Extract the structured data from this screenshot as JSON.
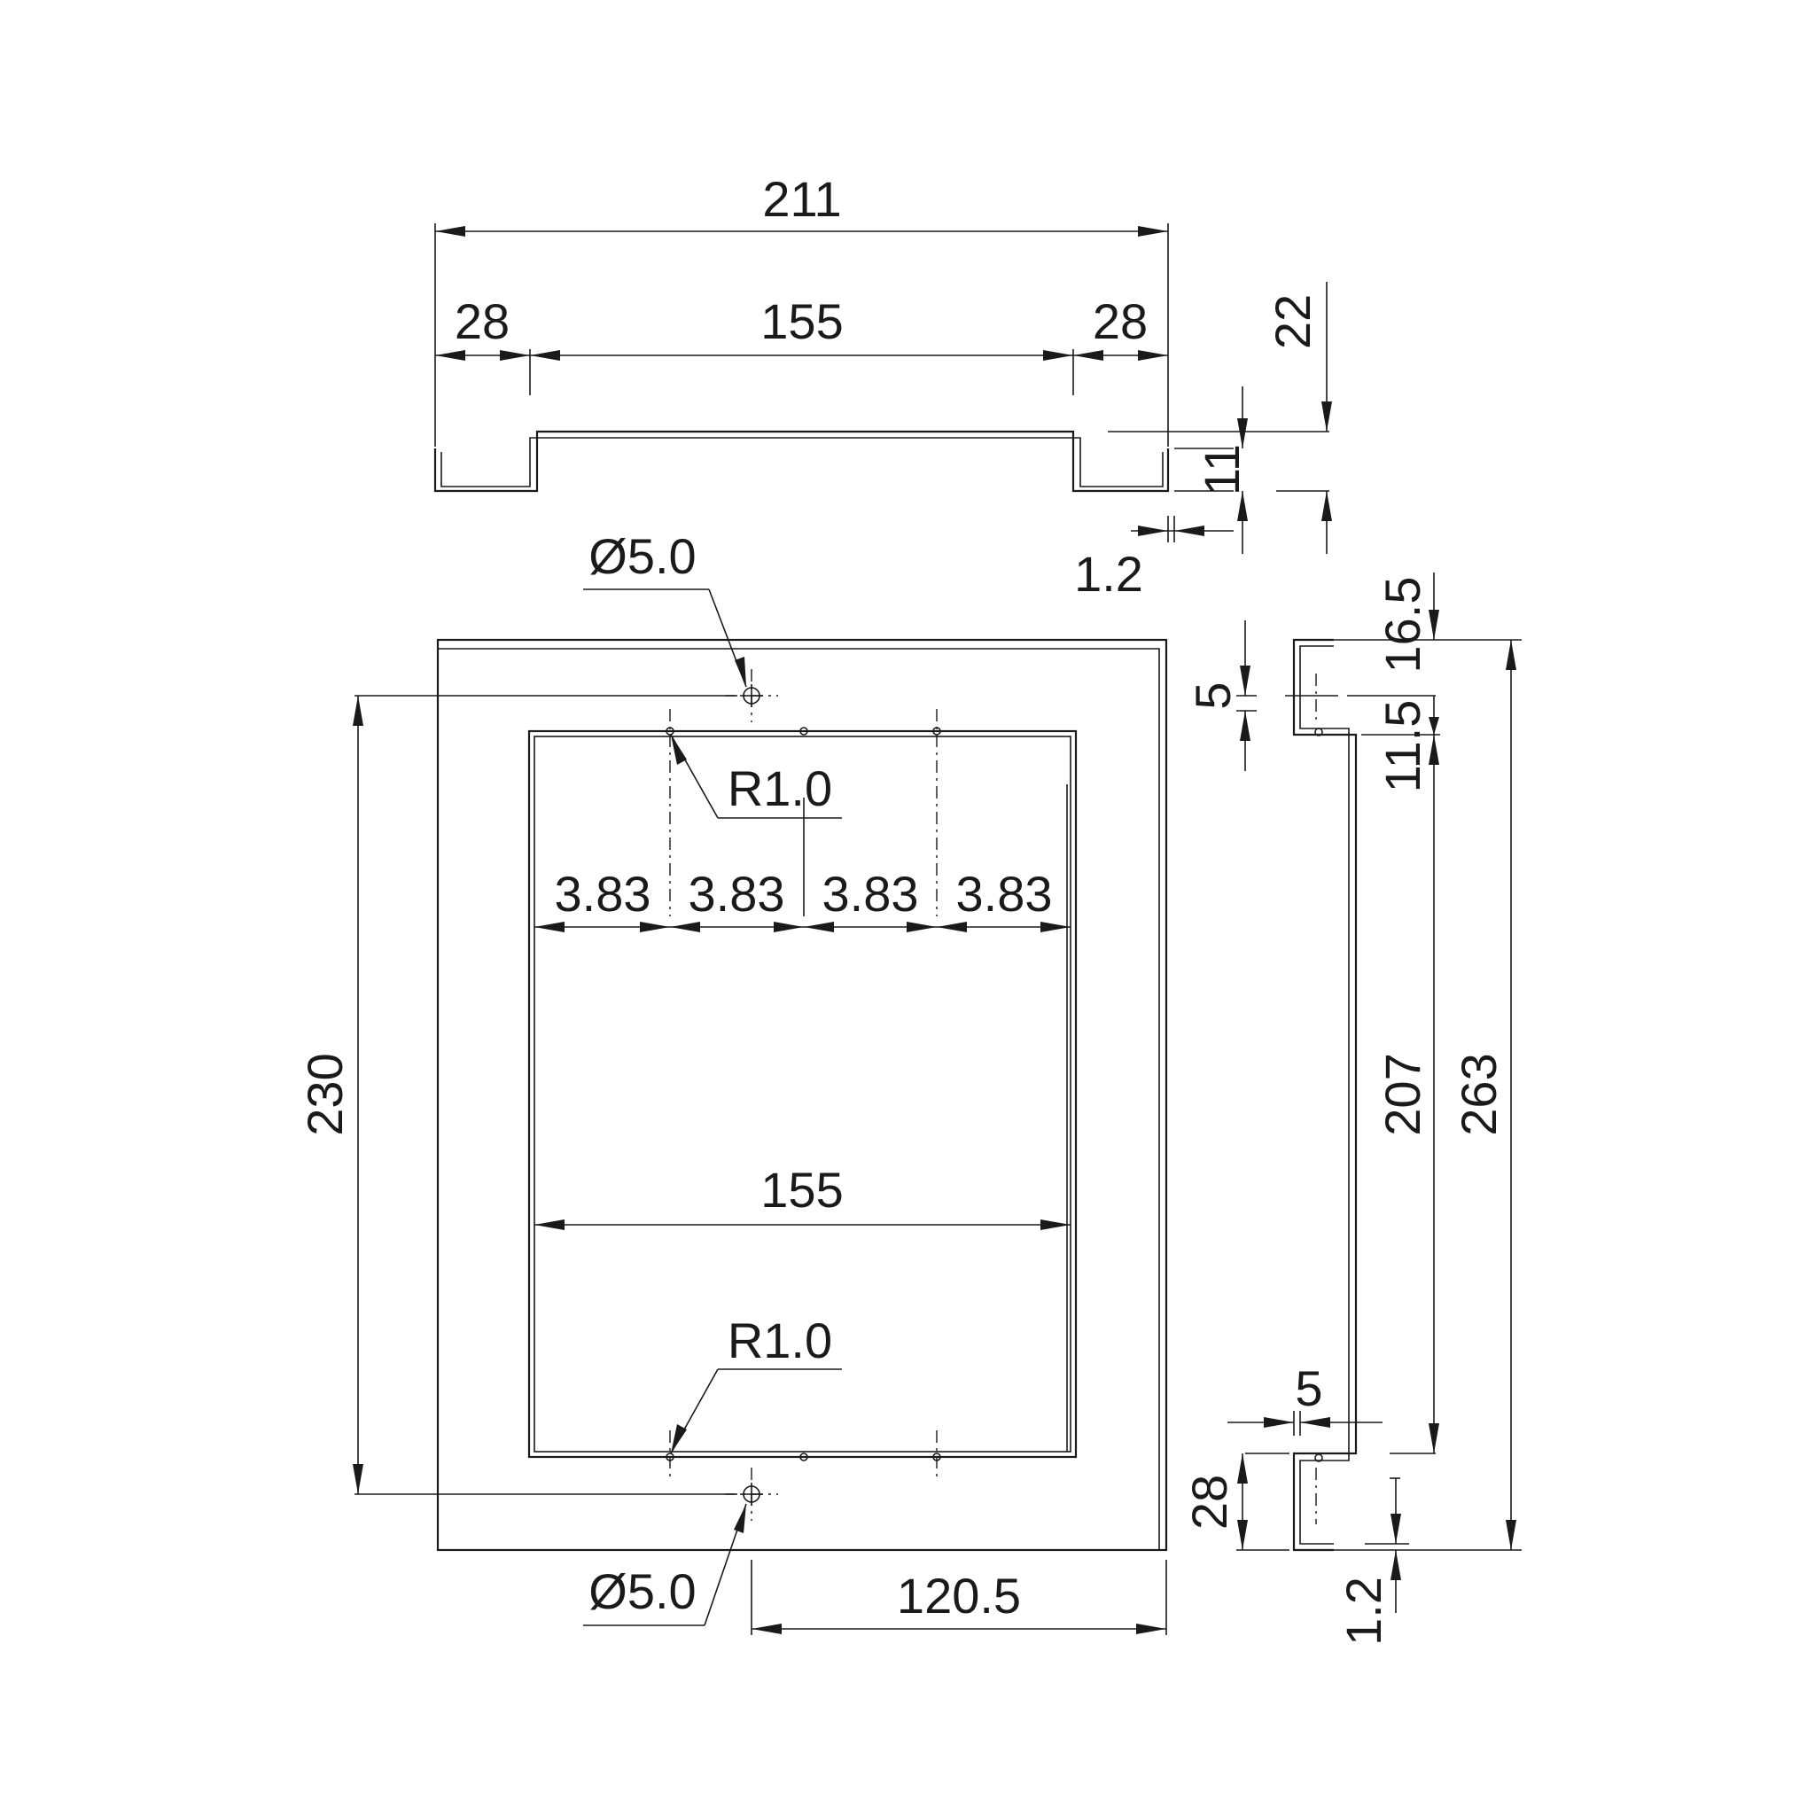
{
  "colors": {
    "line": "#1a1a1a",
    "background": "#ffffff"
  },
  "top_view": {
    "overall_width": "211",
    "left_flange": "28",
    "center_width": "155",
    "right_flange": "28",
    "depth": "22",
    "step": "11",
    "thickness": "1.2"
  },
  "front_view": {
    "hole_top": "Ø5.0",
    "hole_bottom": "Ø5.0",
    "radius_top": "R1.0",
    "radius_bottom": "R1.0",
    "slot_pitch": [
      "3.83",
      "3.83",
      "3.83",
      "3.83"
    ],
    "opening_width": "155",
    "hole_spacing": "230",
    "hole_offset": "120.5"
  },
  "side_view": {
    "top_offset": "16.5",
    "hole_edge": "5",
    "lip_top": "11.5",
    "inner_height": "207",
    "overall_height": "263",
    "lip_width": "5",
    "bottom_lip": "28",
    "thickness": "1.2"
  }
}
